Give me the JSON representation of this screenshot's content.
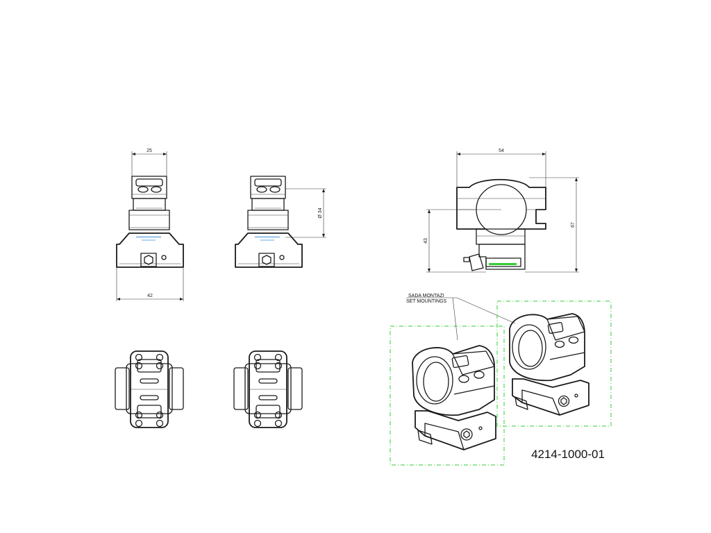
{
  "colors": {
    "ink": "#1a1a1a",
    "dimension": "#333333",
    "selection_box": "#33cc33",
    "engraving": "#7fb6e8",
    "background": "#ffffff"
  },
  "dimensions": {
    "front_width_top": "25",
    "front_width_base": "42",
    "ring_diameter": "Ø 34",
    "side_width": "54",
    "side_height_total": "67",
    "side_height_axis": "43"
  },
  "callout": {
    "line1": "SADA MONTAZI",
    "line2": "SET MOUNTINGS"
  },
  "part_number": "4214-1000-01",
  "icons": {
    "hex_screw": "hex-screw-icon",
    "mount_ring": "scope-ring-mount"
  }
}
